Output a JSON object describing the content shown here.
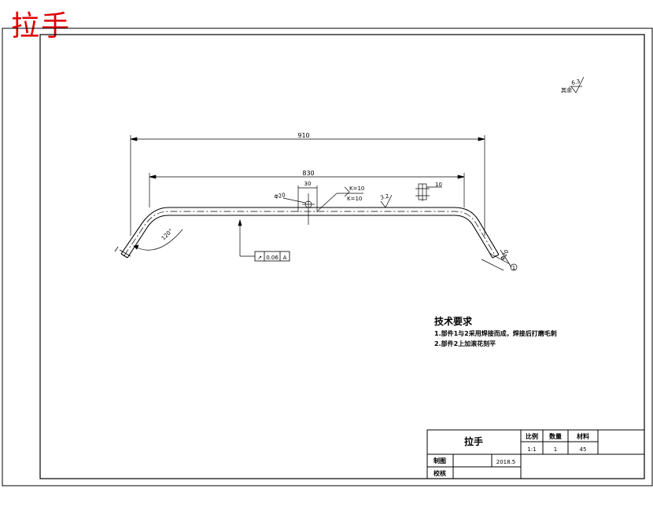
{
  "drawing": {
    "red_title": "拉手",
    "dims": {
      "overall_length": "910",
      "inner_length": "830",
      "pin_offset": "30",
      "bend_angle": "120°",
      "rod_diameter": "Φ20",
      "hole_diameter": "Φ20",
      "end_length": "10",
      "weld_top": "K=10",
      "weld_bottom": "K=10",
      "roughness": "3.2",
      "global_roughness": "6.3",
      "global_roughness_label": "其余"
    },
    "tolerance": {
      "symbol": "↗",
      "value": "0.06",
      "datum": "A"
    },
    "balloon_label": "1",
    "notes": {
      "heading": "技术要求",
      "items": [
        "1.部件1与2采用焊接而成，焊接后打磨毛刺",
        "2.部件2上加滚花刻平"
      ]
    }
  },
  "title_block": {
    "name": "拉手",
    "scale_label": "比例",
    "scale_value": "1:1",
    "qty_label": "数量",
    "qty_value": "1",
    "material_label": "材料",
    "material_value": "45",
    "drawn_label": "制图",
    "date": "2018.5",
    "check_label": "校核"
  }
}
